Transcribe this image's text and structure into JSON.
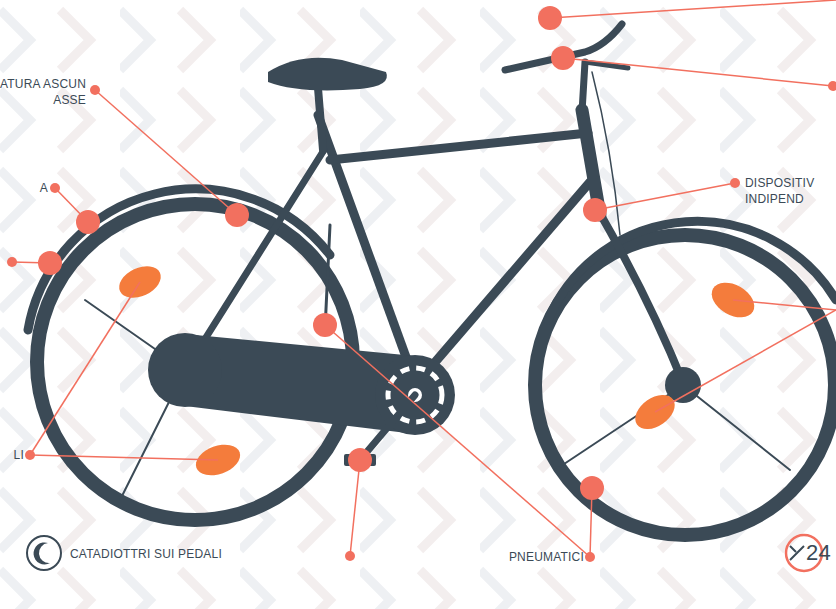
{
  "diagram": {
    "labels": [
      "ATURA ASCUN ASSE",
      "A",
      "DISPOSITIV INDIPEND",
      "LI",
      "CATADIOTTRI SUI PEDALI",
      "PNEUMATICI",
      "24"
    ]
  }
}
